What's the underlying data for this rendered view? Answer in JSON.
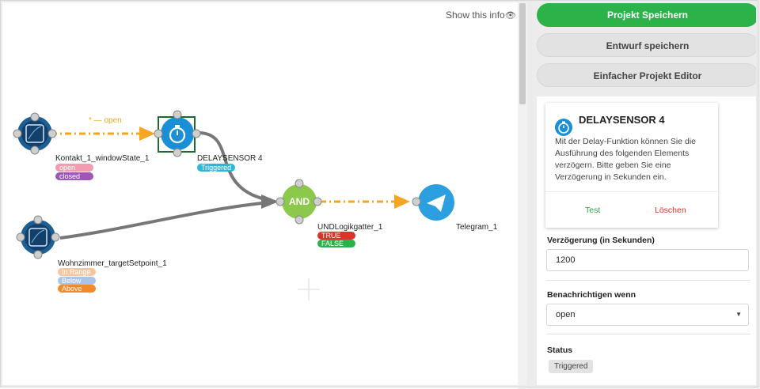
{
  "canvas": {
    "show_info": "Show this info",
    "edge_label": "* — open",
    "nodes": {
      "kontakt": {
        "label": "Kontakt_1_windowState_1",
        "tags": [
          {
            "text": "open",
            "color": "#f39bb0"
          },
          {
            "text": "closed",
            "color": "#9b59b6"
          }
        ]
      },
      "delay": {
        "label": "DELAYSENSOR 4",
        "tags": [
          {
            "text": "Triggered",
            "color": "#2bb8d6"
          }
        ]
      },
      "and": {
        "text": "AND",
        "label": "UNDLogikgatter_1",
        "tags": [
          {
            "text": "TRUE",
            "color": "#d9342b"
          },
          {
            "text": "FALSE",
            "color": "#2bb34a"
          }
        ]
      },
      "telegram": {
        "label": "Telegram_1"
      },
      "wohnzimmer": {
        "label": "Wohnzimmer_targetSetpoint_1",
        "tags": [
          {
            "text": "In Range",
            "color": "#f7c59f"
          },
          {
            "text": "Below",
            "color": "#a9c4e8"
          },
          {
            "text": "Above",
            "color": "#f18a2b"
          }
        ]
      }
    }
  },
  "panel": {
    "save_project": "Projekt Speichern",
    "save_draft": "Entwurf speichern",
    "simple_editor": "Einfacher Projekt Editor",
    "card": {
      "title": "DELAYSENSOR 4",
      "description": "Mit der Delay-Funktion können Sie die Ausführung des folgenden Elements verzögern. Bitte geben Sie eine Verzögerung in Sekunden ein.",
      "test": "Test",
      "delete": "Löschen"
    },
    "delay_label": "Verzögerung (in Sekunden)",
    "delay_value": "1200",
    "notify_label": "Benachrichtigen wenn",
    "notify_value": "open",
    "status_label": "Status",
    "status_value": "Triggered"
  },
  "colors": {
    "accent_green": "#2bb34a",
    "node_blue": "#1a8fd6",
    "edge_orange": "#f5a623",
    "edge_gray": "#777777"
  }
}
